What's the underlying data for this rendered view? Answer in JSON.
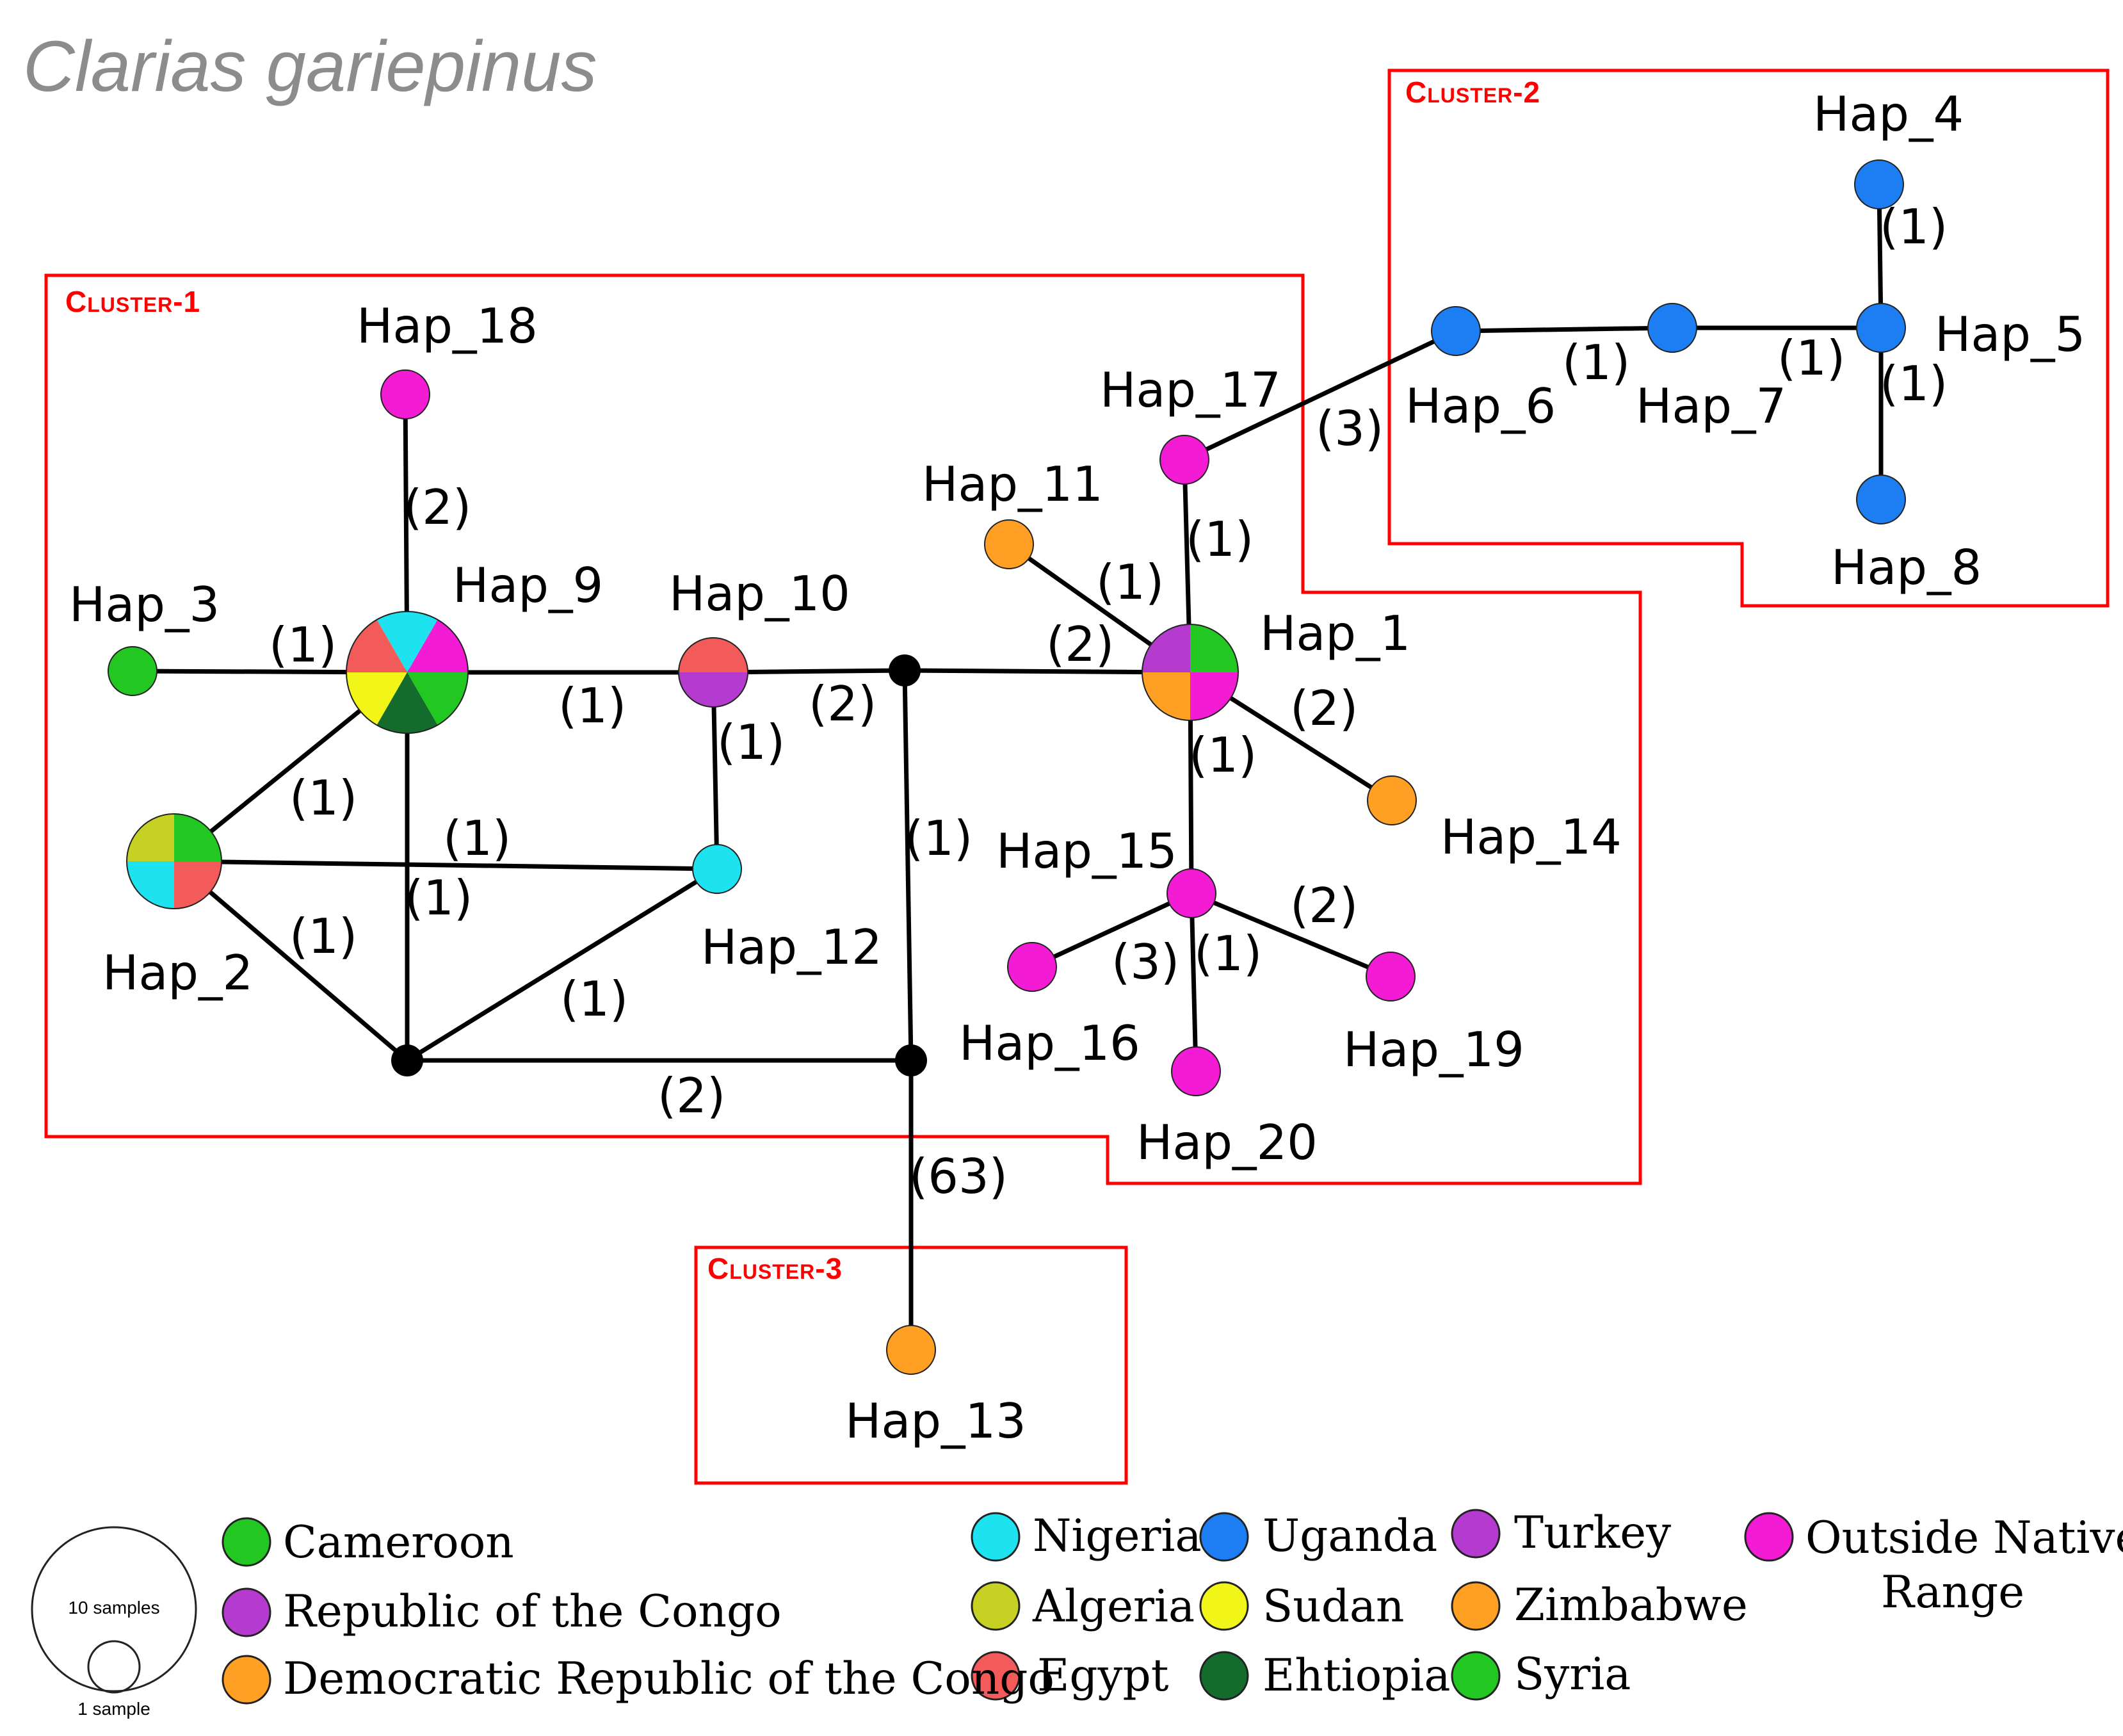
{
  "title": "Clarias gariepinus",
  "colors": {
    "Cameroon": "#22c722",
    "Republic of the Congo": "#b53bd0",
    "Democratic Republic of the Congo": "#ffa024",
    "Nigeria": "#1de2f0",
    "Algeria": "#c6d123",
    "Egypt": "#f35a5a",
    "Uganda": "#1c7ef2",
    "Sudan": "#f1f518",
    "Ehtiopia": "#146c2c",
    "Turkey": "#b53bd0",
    "Zimbabwe": "#ffa024",
    "Syria": "#22c722",
    "Outside Native Range": "#f31bd4"
  },
  "clusters": {
    "c1": "Cluster-1",
    "c2": "Cluster-2",
    "c3": "Cluster-3"
  },
  "haplotypes": {
    "hap1": "Hap_1",
    "hap2": "Hap_2",
    "hap3": "Hap_3",
    "hap4": "Hap_4",
    "hap5": "Hap_5",
    "hap6": "Hap_6",
    "hap7": "Hap_7",
    "hap8": "Hap_8",
    "hap9": "Hap_9",
    "hap10": "Hap_10",
    "hap11": "Hap_11",
    "hap12": "Hap_12",
    "hap13": "Hap_13",
    "hap14": "Hap_14",
    "hap15": "Hap_15",
    "hap16": "Hap_16",
    "hap17": "Hap_17",
    "hap18": "Hap_18",
    "hap19": "Hap_19",
    "hap20": "Hap_20"
  },
  "mutation_steps": {
    "m18_9": "(2)",
    "m3_9": "(1)",
    "m9_10": "(1)",
    "m10_12": "(1)",
    "m10_mv": "(2)",
    "m9_2": "(1)",
    "m2_12": "(1)",
    "m9_mv": "(1)",
    "m2_mv": "(1)",
    "m12_mv": "(1)",
    "mv_mv": "(2)",
    "mv_vert": "(1)",
    "m_to13": "(63)",
    "mv_hap1": "(2)",
    "m11_1": "(1)",
    "m17_1": "(1)",
    "m17_6": "(3)",
    "m6_7": "(1)",
    "m7_5": "(1)",
    "m4_5": "(1)",
    "m5_8": "(1)",
    "m1_14": "(2)",
    "m1_15": "(1)",
    "m15_16": "(3)",
    "m15_20": "(1)",
    "m15_19": "(2)"
  },
  "legend": {
    "col1": [
      "Cameroon",
      "Republic of the Congo",
      "Democratic Republic of the Congo"
    ],
    "col2": [
      "Nigeria",
      "Algeria",
      "Egypt"
    ],
    "col3": [
      "Uganda",
      "Sudan",
      "Ehtiopia"
    ],
    "col4": [
      "Turkey",
      "Zimbabwe",
      "Syria"
    ],
    "col5_line1": "Outside Native",
    "col5_line2": "Range"
  },
  "scale": {
    "large": "10 samples",
    "small": "1 sample"
  }
}
